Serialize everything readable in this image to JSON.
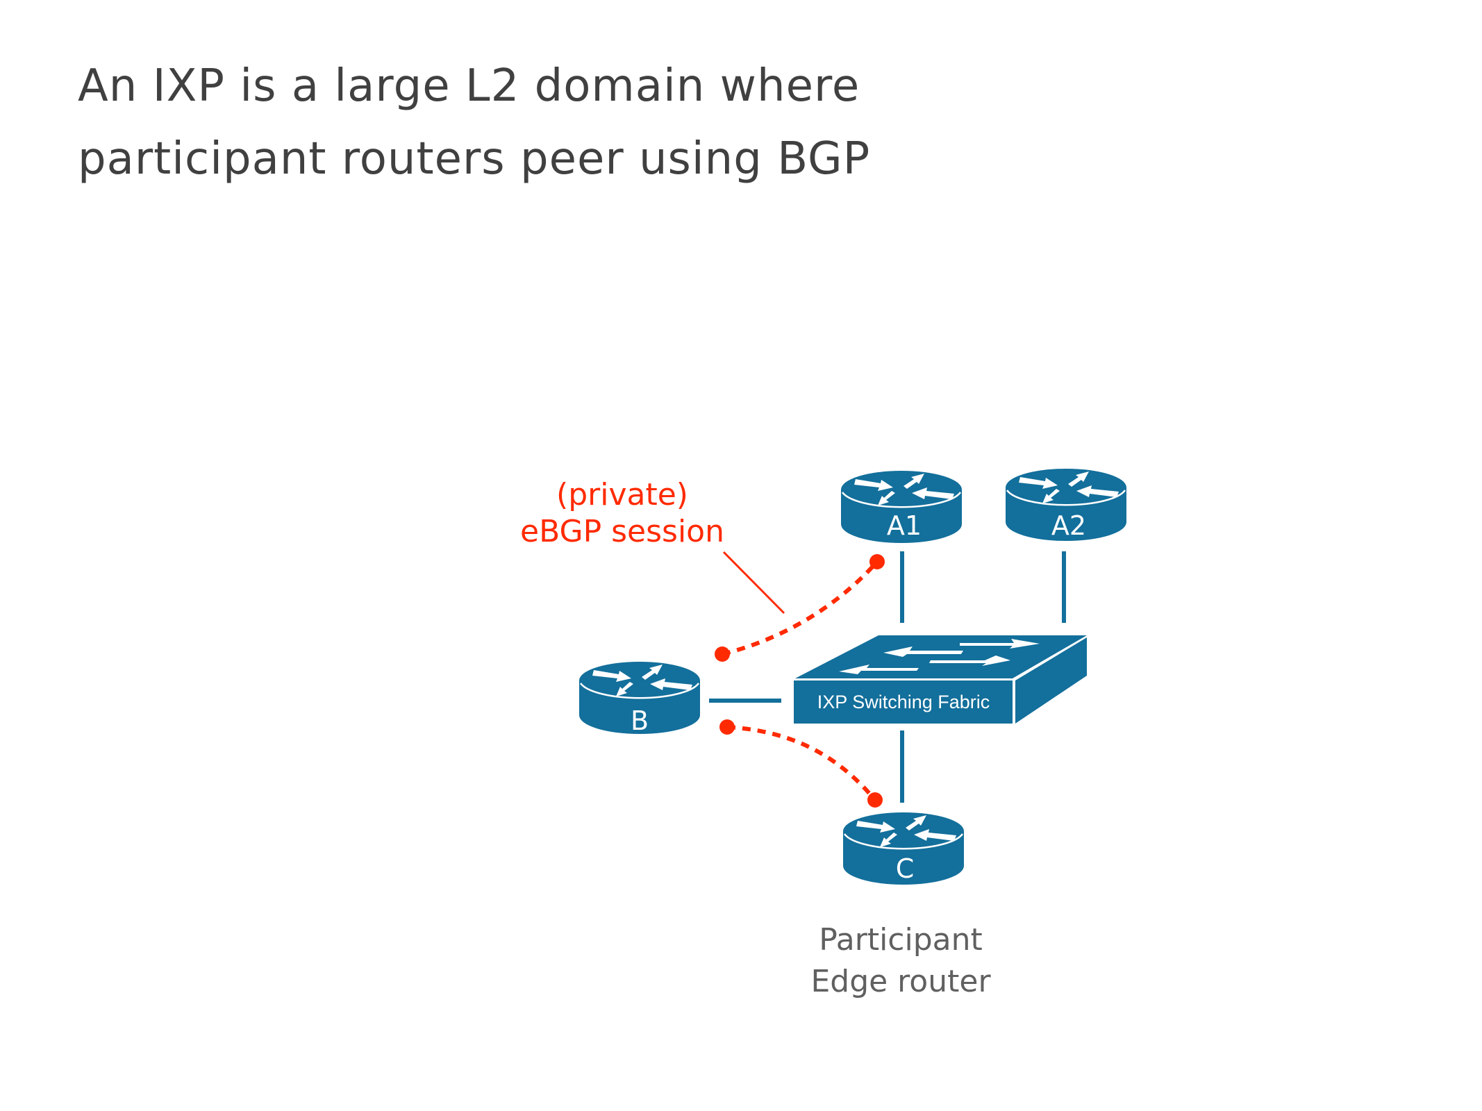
{
  "slide": {
    "title_lines": [
      "An IXP is a large L2 domain where",
      "participant routers peer using BGP"
    ]
  },
  "diagram": {
    "colors": {
      "device": "#136f9b",
      "session": "#ff2a00",
      "link": "#136f9b",
      "caption": "#606060"
    },
    "switch": {
      "label": "IXP Switching Fabric",
      "icon": "switch-icon"
    },
    "routers": [
      {
        "id": "A1",
        "label": "A1",
        "icon": "router-icon"
      },
      {
        "id": "A2",
        "label": "A2",
        "icon": "router-icon"
      },
      {
        "id": "B",
        "label": "B",
        "icon": "router-icon"
      },
      {
        "id": "C",
        "label": "C",
        "icon": "router-icon"
      }
    ],
    "links": [
      {
        "from": "A1",
        "to": "switch"
      },
      {
        "from": "A2",
        "to": "switch"
      },
      {
        "from": "B",
        "to": "switch"
      },
      {
        "from": "C",
        "to": "switch"
      }
    ],
    "sessions": [
      {
        "from": "B",
        "to": "A1",
        "style": "dashed"
      },
      {
        "from": "B",
        "to": "C",
        "style": "dashed"
      }
    ],
    "session_callout": {
      "line1": "(private)",
      "line2": "eBGP session"
    },
    "caption": {
      "line1": "Participant",
      "line2": "Edge router"
    }
  }
}
